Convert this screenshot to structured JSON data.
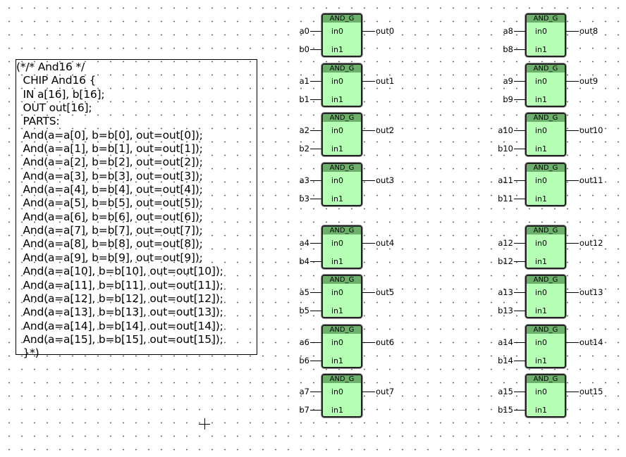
{
  "comment": {
    "lines": [
      "(*/* And16 */",
      "  CHIP And16 {",
      "  IN a[16], b[16];",
      "  OUT out[16];",
      "  PARTS:",
      "  And(a=a[0], b=b[0], out=out[0]);",
      "  And(a=a[1], b=b[1], out=out[1]);",
      "  And(a=a[2], b=b[2], out=out[2]);",
      "  And(a=a[3], b=b[3], out=out[3]);",
      "  And(a=a[4], b=b[4], out=out[4]);",
      "  And(a=a[5], b=b[5], out=out[5]);",
      "  And(a=a[6], b=b[6], out=out[6]);",
      "  And(a=a[7], b=b[7], out=out[7]);",
      "  And(a=a[8], b=b[8], out=out[8]);",
      "  And(a=a[9], b=b[9], out=out[9]);",
      "  And(a=a[10], b=b[10], out=out[10]);",
      "  And(a=a[11], b=b[11], out=out[11]);",
      "  And(a=a[12], b=b[12], out=out[12]);",
      "  And(a=a[13], b=b[13], out=out[13]);",
      "  And(a=a[14], b=b[14], out=out[14]);",
      "  And(a=a[15], b=b[15], out=out[15]);",
      "  }*)"
    ]
  },
  "block_type": "AND_G",
  "pin_in0": "in0",
  "pin_in1": "in1",
  "blocks": [
    {
      "in_a": "a0",
      "in_b": "b0",
      "out": "out0"
    },
    {
      "in_a": "a1",
      "in_b": "b1",
      "out": "out1"
    },
    {
      "in_a": "a2",
      "in_b": "b2",
      "out": "out2"
    },
    {
      "in_a": "a3",
      "in_b": "b3",
      "out": "out3"
    },
    {
      "in_a": "a4",
      "in_b": "b4",
      "out": "out4"
    },
    {
      "in_a": "a5",
      "in_b": "b5",
      "out": "out5"
    },
    {
      "in_a": "a6",
      "in_b": "b6",
      "out": "out6"
    },
    {
      "in_a": "a7",
      "in_b": "b7",
      "out": "out7"
    },
    {
      "in_a": "a8",
      "in_b": "b8",
      "out": "out8"
    },
    {
      "in_a": "a9",
      "in_b": "b9",
      "out": "out9"
    },
    {
      "in_a": "a10",
      "in_b": "b10",
      "out": "out10"
    },
    {
      "in_a": "a11",
      "in_b": "b11",
      "out": "out11"
    },
    {
      "in_a": "a12",
      "in_b": "b12",
      "out": "out12"
    },
    {
      "in_a": "a13",
      "in_b": "b13",
      "out": "out13"
    },
    {
      "in_a": "a14",
      "in_b": "b14",
      "out": "out14"
    },
    {
      "in_a": "a15",
      "in_b": "b15",
      "out": "out15"
    }
  ],
  "colors": {
    "block_fill": "#b4ffb4",
    "block_header": "#6cb06c",
    "block_border": "#222222",
    "grid_dot": "#6a6a6a"
  }
}
